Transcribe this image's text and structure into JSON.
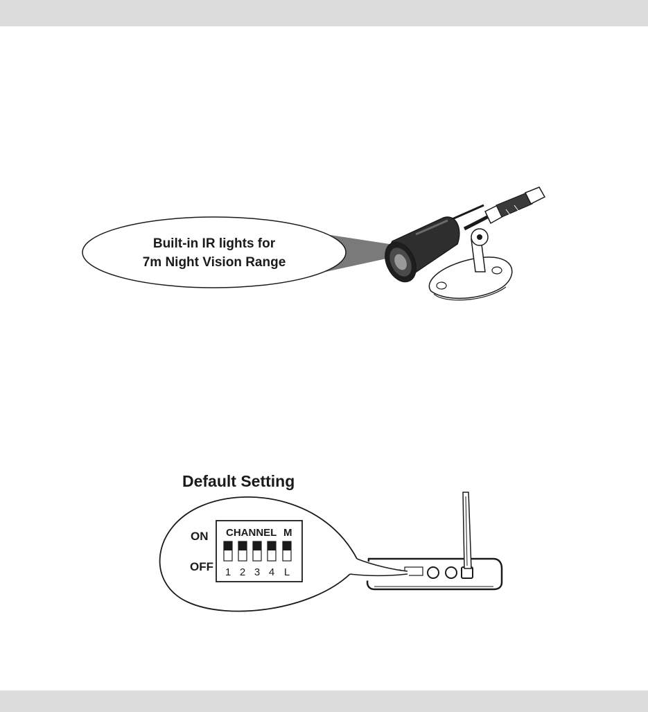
{
  "camera_callout": {
    "line1": "Built-in IR lights for",
    "line2": "7m Night Vision Range"
  },
  "receiver_section": {
    "heading": "Default Setting",
    "on_label": "ON",
    "off_label": "OFF",
    "channel_label": "CHANNEL",
    "m_label": "M",
    "switch_numbers": [
      "1",
      "2",
      "3",
      "4",
      "L"
    ]
  }
}
